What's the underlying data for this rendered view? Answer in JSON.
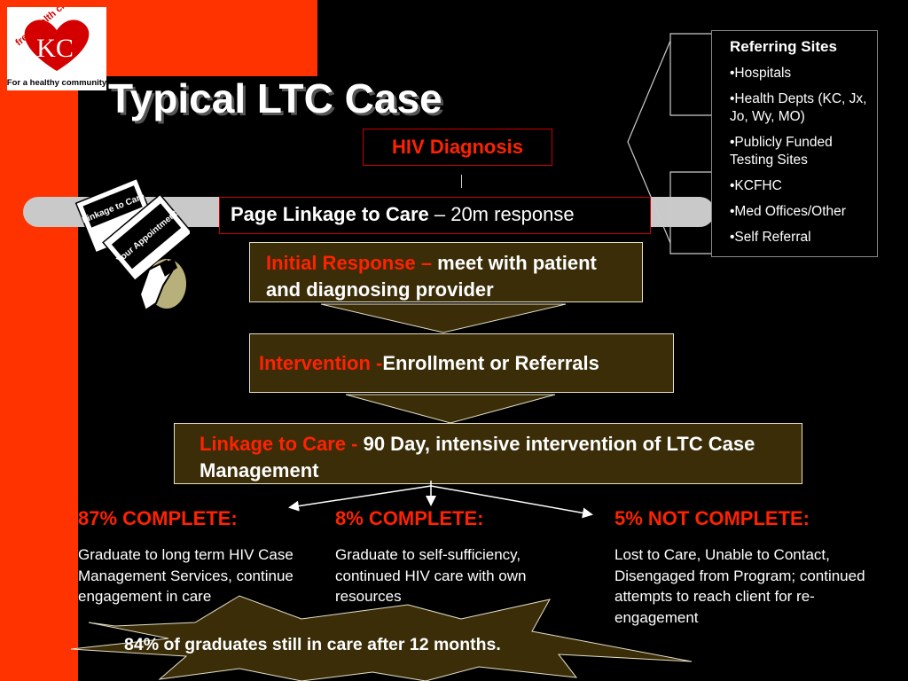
{
  "title": "Typical LTC Case",
  "logo": {
    "arc_text": "free health clinic",
    "letters": "KC",
    "tagline": "For a healthy community"
  },
  "card_graphic": {
    "card1": "Linkage to Care",
    "card2": "Your Appointment"
  },
  "hiv_diagnosis": "HIV Diagnosis",
  "page_linkage": {
    "bold": "Page Linkage to Care",
    "rest": " – 20m response"
  },
  "initial_response": {
    "red": "Initial Response – ",
    "white": "meet with patient and diagnosing provider"
  },
  "intervention": {
    "red": "Intervention - ",
    "white": " Enrollment or Referrals"
  },
  "linkage_care": {
    "red": "Linkage to Care - ",
    "white": "90 Day, intensive intervention of LTC Case Management"
  },
  "referring_sites": {
    "heading": "Referring Sites",
    "items": [
      "•Hospitals",
      "•Health Depts (KC, Jx, Jo, Wy, MO)",
      "•Publicly Funded Testing Sites",
      "•KCFHC",
      "•Med Offices/Other",
      "•Self Referral"
    ]
  },
  "outcomes": [
    {
      "heading": "87% COMPLETE:",
      "text": "Graduate to long term HIV Case Management Services, continue engagement in care"
    },
    {
      "heading": "8% COMPLETE:",
      "text": "Graduate to self-sufficiency, continued HIV care with own resources"
    },
    {
      "heading": "5% NOT COMPLETE:",
      "text": "Lost to Care, Unable to Contact, Disengaged from Program; continued attempts to reach client for re-engagement"
    }
  ],
  "footer": "84% of graduates still in care after 12 months.",
  "colors": {
    "accent_red": "#ff3300",
    "label_red": "#ff2200",
    "olive_box": "#3a2d08",
    "grey_bar": "#c9c9c9"
  }
}
